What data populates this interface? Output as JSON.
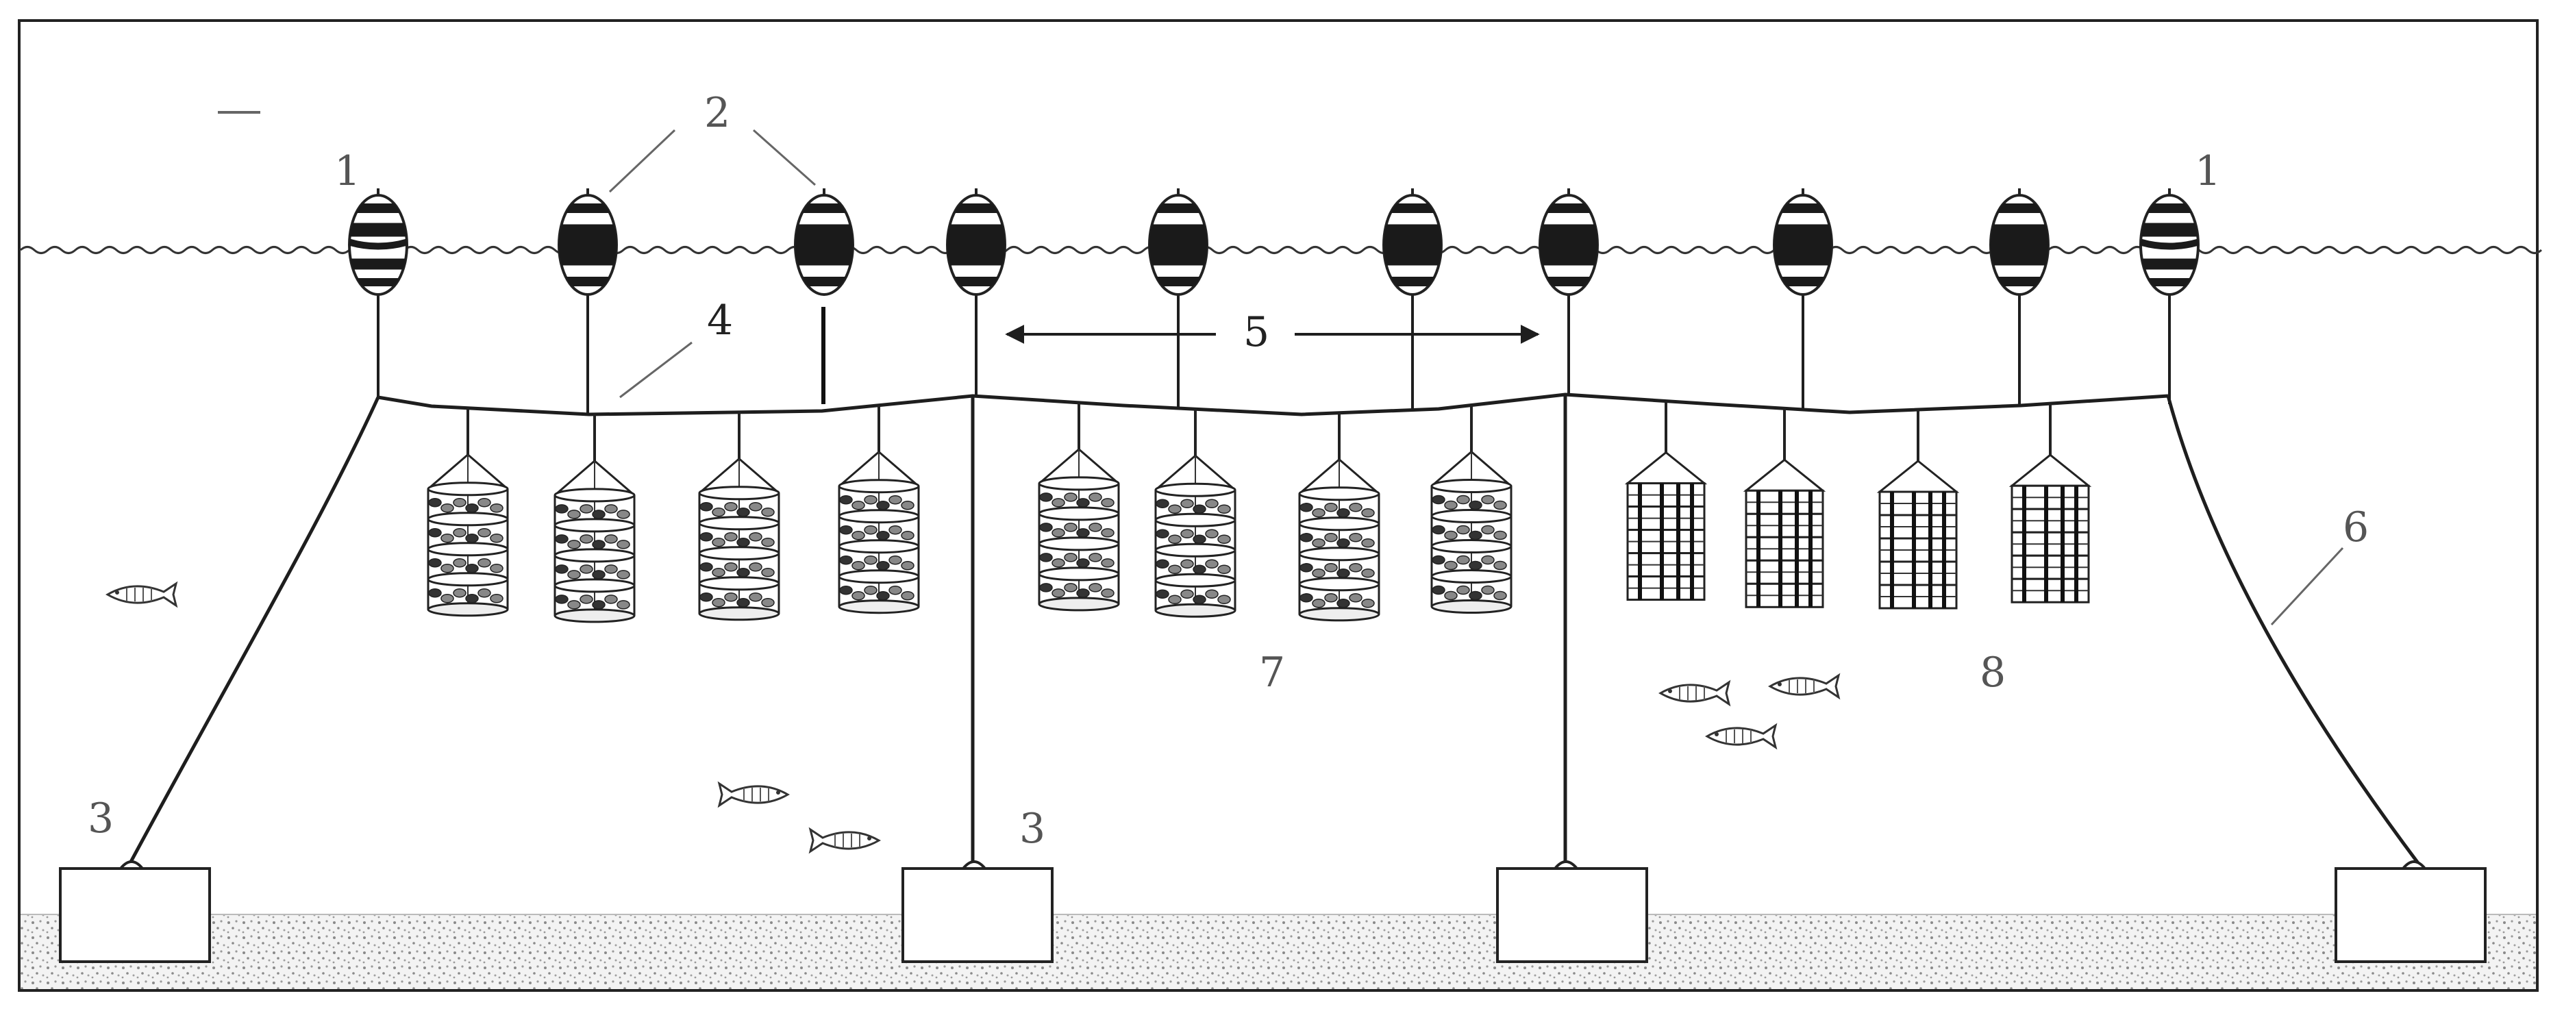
{
  "labels": {
    "buoy_end_left": "1",
    "buoy_end_right": "1",
    "buoy_float": "2",
    "anchor_left": "3",
    "anchor_mid": "3",
    "longline": "4",
    "buoy_spacing": "5",
    "anchor_rope": "6",
    "section_lantern_nets": "7",
    "section_pearl_nets": "8"
  },
  "colors": {
    "line": "#1e1e1e",
    "label": "#555555",
    "sea_floor": "#f0f0f0",
    "sand_dots": "#888888",
    "buoy_band": "#1a1a1a"
  },
  "icons": {
    "buoy": "buoy-icon",
    "lantern_net": "lantern-net-icon",
    "pearl_net": "pearl-net-icon",
    "fish": "fish-icon",
    "anchor_block": "anchor-block-icon"
  }
}
